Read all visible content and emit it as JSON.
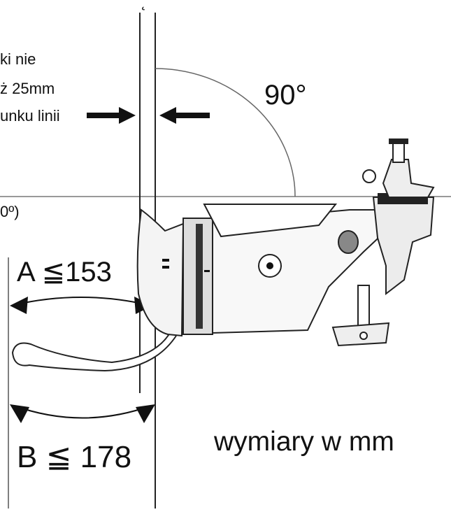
{
  "top_mark": "̨",
  "note_lines": [
    "ki nie",
    "ż 25mm",
    "unku linii"
  ],
  "angle_left": "0º)",
  "angle_90": "90°",
  "dim_a": "A ≦153",
  "dim_b": "B ≦ 178",
  "units": "wymiary w mm"
}
